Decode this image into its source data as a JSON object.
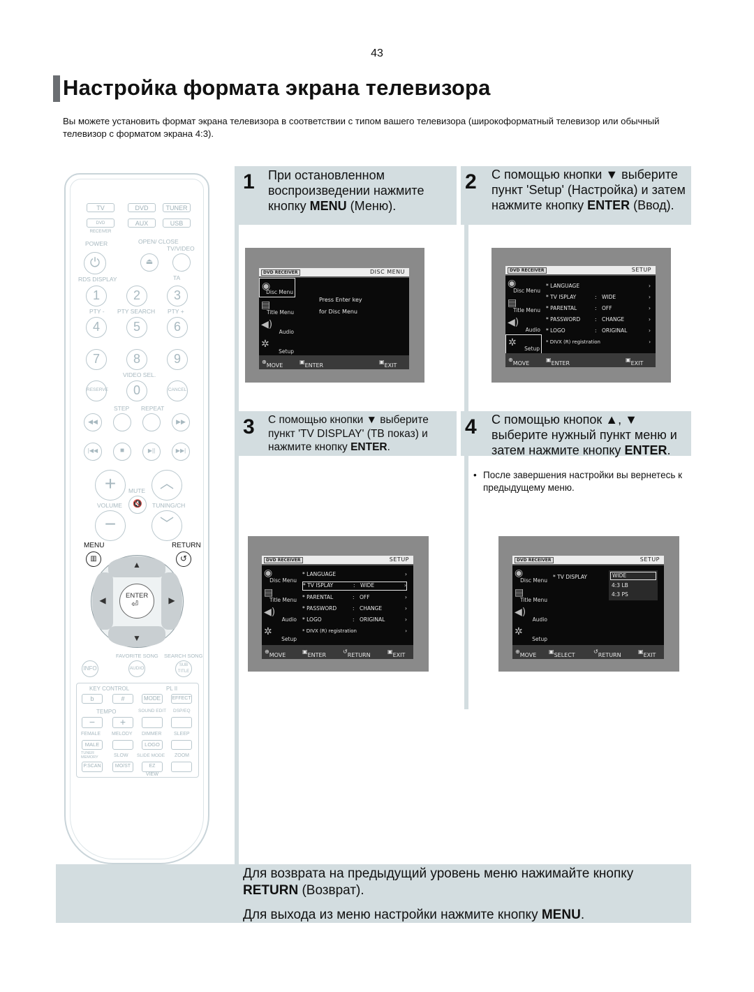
{
  "page_number": "43",
  "title": "Настройка формата экрана телевизора",
  "intro": "Вы можете установить формат экрана телевизора в соответствии с типом вашего телевизора (широкоформатный телевизор или обычный телевизор с форматом экрана 4:3).",
  "steps": [
    {
      "num": "1",
      "text_a": "При остановленном воспроизведении нажмите кнопку ",
      "bold": "MENU",
      "text_b": " (Меню)."
    },
    {
      "num": "2",
      "text_a": "С помощью кнопки ▼ выберите пункт 'Setup' (Настройка) и затем нажмите кнопку ",
      "bold": "ENTER",
      "text_b": " (Ввод)."
    },
    {
      "num": "3",
      "text_a": "С помощью кнопки ▼ выберите пункт 'TV DISPLAY' (ТВ показ) и нажмите кнопку ",
      "bold": "ENTER",
      "text_b": "."
    },
    {
      "num": "4",
      "text_a": "С помощью кнопок ▲, ▼ выберите нужный пункт меню и затем нажмите кнопку ",
      "bold": "ENTER",
      "text_b": "."
    }
  ],
  "note": {
    "bullet": "•",
    "text": "После завершения настройки вы вернетесь к предыдущему меню."
  },
  "bottom": {
    "line1_a": "Для возврата на предыдущий уровень меню нажимайте кнопку ",
    "line1_bold": "RETURN",
    "line1_b": " (Возврат).",
    "line2_a": "Для выхода из меню настройки нажмите кнопку ",
    "line2_bold": "MENU",
    "line2_b": "."
  },
  "screens": {
    "brand": "DVD RECEIVER",
    "side_items": [
      "Disc Menu",
      "Title Menu",
      "Audio",
      "Setup"
    ],
    "s1": {
      "mode": "DISC MENU",
      "msg1": "Press Enter key",
      "msg2": "for Disc Menu",
      "footer": [
        "MOVE",
        "ENTER",
        "EXIT"
      ]
    },
    "s2": {
      "mode": "SETUP",
      "rows": [
        {
          "k": "LANGUAGE",
          "v": ""
        },
        {
          "k": "TV  ISPLAY",
          "v": "WIDE"
        },
        {
          "k": "PARENTAL",
          "v": "OFF"
        },
        {
          "k": "PASSWORD",
          "v": "CHANGE"
        },
        {
          "k": "LOGO",
          "v": "ORIGINAL"
        },
        {
          "k": "DIVX (R) registration",
          "v": ""
        }
      ],
      "footer": [
        "MOVE",
        "ENTER",
        "EXIT"
      ]
    },
    "s3": {
      "mode": "SETUP",
      "footer": [
        "MOVE",
        "ENTER",
        "RETURN",
        "EXIT"
      ]
    },
    "s4": {
      "mode": "SETUP",
      "item": "TV DISPLAY",
      "options": [
        "WIDE",
        "4:3 LB",
        "4:3 PS"
      ],
      "footer": [
        "MOVE",
        "SELECT",
        "RETURN",
        "EXIT"
      ]
    }
  },
  "remote": {
    "src_buttons": [
      "TV",
      "DVD",
      "TUNER",
      "DVD RECEIVER",
      "AUX",
      "USB"
    ],
    "power": "POWER",
    "open_close": "OPEN/ CLOSE",
    "tv_video": "TV/VIDEO",
    "rds_display": "RDS DISPLAY",
    "ta": "TA",
    "digits": [
      "1",
      "2",
      "3",
      "4",
      "5",
      "6",
      "7",
      "8",
      "9",
      "0"
    ],
    "pty_minus": "PTY -",
    "pty_search": "PTY SEARCH",
    "pty_plus": "PTY +",
    "video_sel": "VIDEO SEL.",
    "reserve": "RESERVE",
    "cancel": "CANCEL",
    "step": "STEP",
    "repeat": "REPEAT",
    "mute": "MUTE",
    "volume": "VOLUME",
    "tuning": "TUNING/CH",
    "menu": "MENU",
    "return": "RETURN",
    "enter": "ENTER",
    "favorite": "FAVORITE SONG",
    "search_song": "SEARCH SONG",
    "info": "INFO",
    "audio": "AUDIO",
    "subtitle": "SUB TITLE",
    "key_control": "KEY CONTROL",
    "pl2": "PL II",
    "mode": "MODE",
    "effect": "EFFECT",
    "tempo": "TEMPO",
    "sound_edit": "SOUND EDIT",
    "dsp_eq": "DSP/EQ",
    "female": "FEMALE",
    "melody": "MELODY",
    "dimmer": "DIMMER",
    "sleep": "SLEEP",
    "male": "MALE",
    "logo": "LOGO",
    "tuner_memory": "TUNER MEMORY",
    "slow": "SLOW",
    "slide_mode": "SLIDE MODE",
    "zoom": "ZOOM",
    "pscan": "P.SCAN",
    "most": "MO/ST",
    "ezview": "EZ VIEW",
    "b": "b",
    "hash": "#"
  }
}
